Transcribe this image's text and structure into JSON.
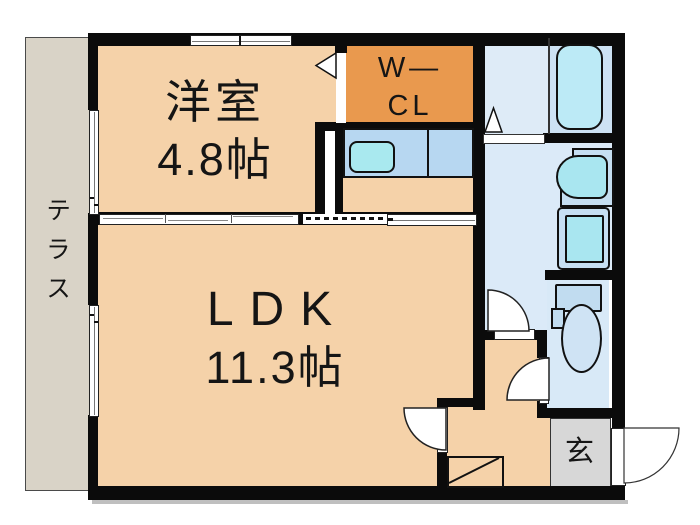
{
  "plan": {
    "type": "floorplan",
    "rooms": {
      "western_room": {
        "name": "洋室",
        "size": "4.8帖"
      },
      "ldk": {
        "name": "LDK",
        "size": "11.3帖"
      },
      "walk_in_closet": {
        "line1": "W—",
        "line2": "CL"
      },
      "entrance": {
        "label": "玄"
      },
      "terrace": {
        "label": "テラス"
      }
    },
    "fixtures": [
      "kitchen-counter",
      "kitchen-sink",
      "bathtub",
      "vanity-sink",
      "washing-machine-pan",
      "toilet",
      "entrance-step"
    ],
    "colors": {
      "wall": "#0b0b0b",
      "room_peach": "#F5D2A9",
      "closet_orange": "#E9994E",
      "bath_left": "#DEEBF7",
      "bath_right": "#CDE2F4",
      "washroom_blue": "#DBEAF8",
      "toilet_blue": "#D8E9F7",
      "counter_blue": "#B7D7F1",
      "sink_cyan": "#A9E9EF",
      "tub_cyan": "#BCEAF6",
      "entrance_gray": "#D7D7D7",
      "terrace_gray": "#D9D3C7"
    }
  }
}
